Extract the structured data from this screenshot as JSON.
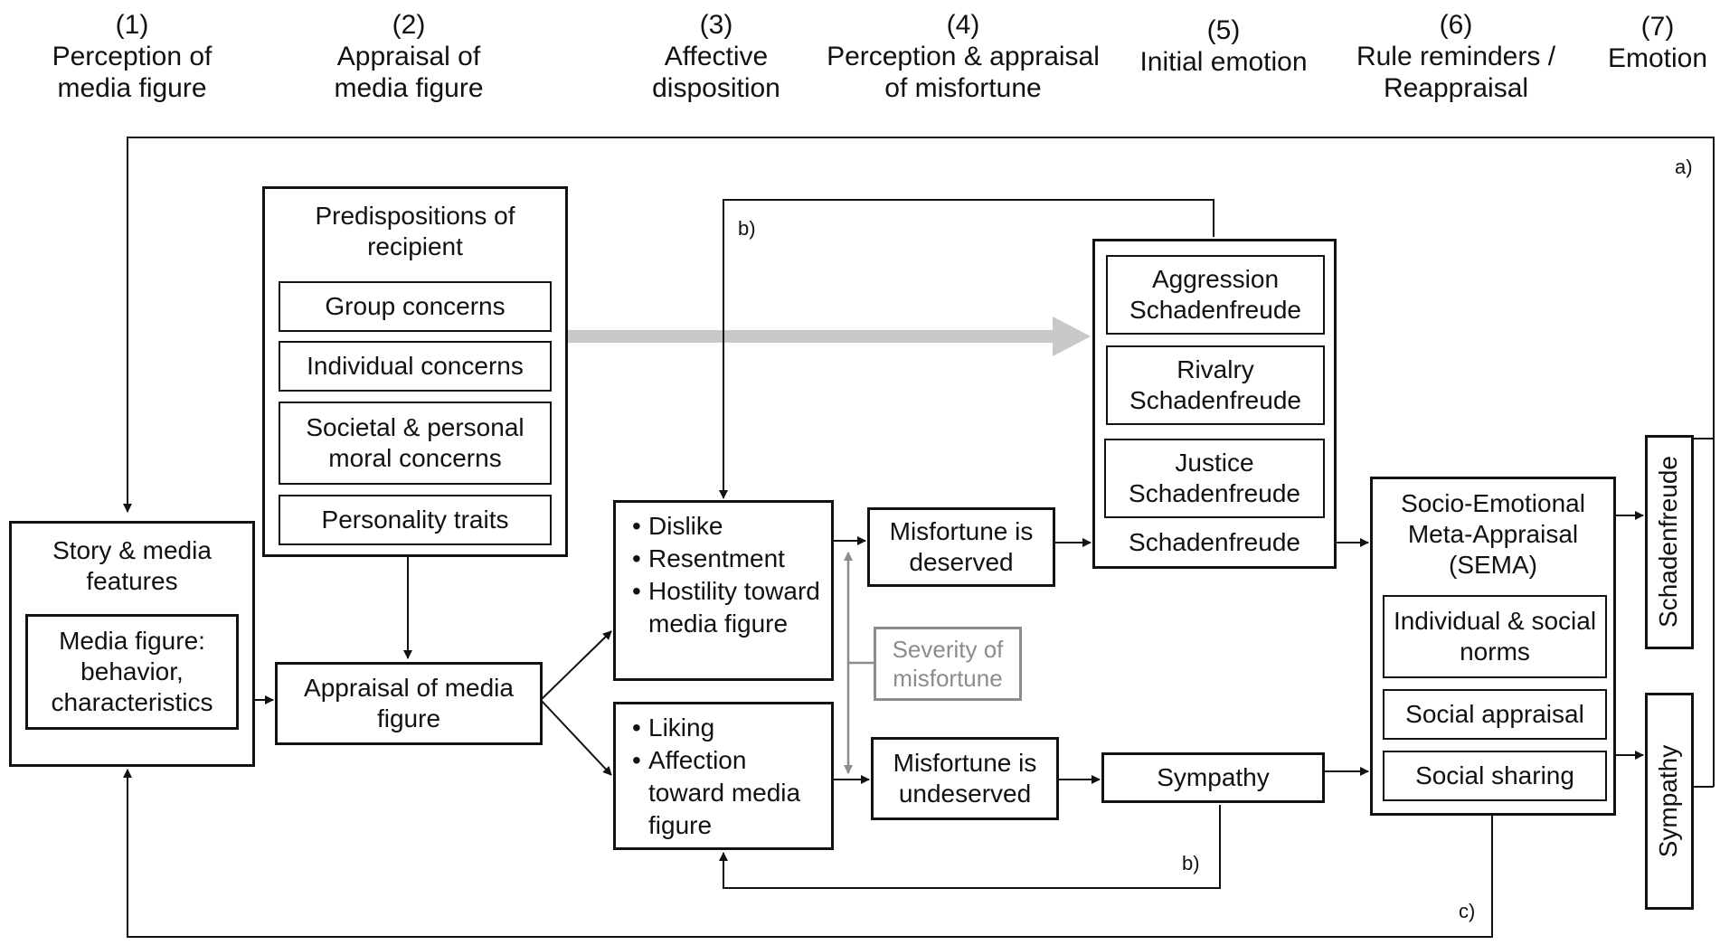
{
  "headers": [
    {
      "num": "(1)",
      "title": "Perception of media figure"
    },
    {
      "num": "(2)",
      "title": "Appraisal of media figure"
    },
    {
      "num": "(3)",
      "title": "Affective disposition"
    },
    {
      "num": "(4)",
      "title": "Perception & appraisal of misfortune"
    },
    {
      "num": "(5)",
      "title": "Initial emotion"
    },
    {
      "num": "(6)",
      "title": "Rule reminders / Reappraisal"
    },
    {
      "num": "(7)",
      "title": "Emotion"
    }
  ],
  "story_box": {
    "title": "Story & media features",
    "inner": "Media figure: behavior, characteristics"
  },
  "predispositions": {
    "title": "Predispositions of recipient",
    "items": [
      "Group concerns",
      "Individual concerns",
      "Societal & personal moral concerns",
      "Personality traits"
    ]
  },
  "appraisal_box": "Appraisal of media figure",
  "dislike_box": [
    "Dislike",
    "Resentment",
    "Hostility toward media figure"
  ],
  "liking_box": [
    "Liking",
    "Affection toward media figure"
  ],
  "deserved": "Misfortune is deserved",
  "undeserved": "Misfortune is undeserved",
  "severity": "Severity of misfortune",
  "schadenfreude_group": {
    "types": [
      "Aggression Schadenfreude",
      "Rivalry Schadenfreude",
      "Justice Schadenfreude"
    ],
    "label": "Schadenfreude"
  },
  "sympathy_box": "Sympathy",
  "sema": {
    "title": "Socio-Emotional Meta-Appraisal (SEMA)",
    "items": [
      "Individual & social norms",
      "Social appraisal",
      "Social sharing"
    ]
  },
  "outcomes": [
    "Schadenfreude",
    "Sympathy"
  ],
  "path_labels": {
    "a": "a)",
    "b1": "b)",
    "b2": "b)",
    "c": "c)"
  },
  "colors": {
    "line": "#111111",
    "gray_arrow": "#c8c8c8",
    "gray_text": "#8c8c8c"
  }
}
